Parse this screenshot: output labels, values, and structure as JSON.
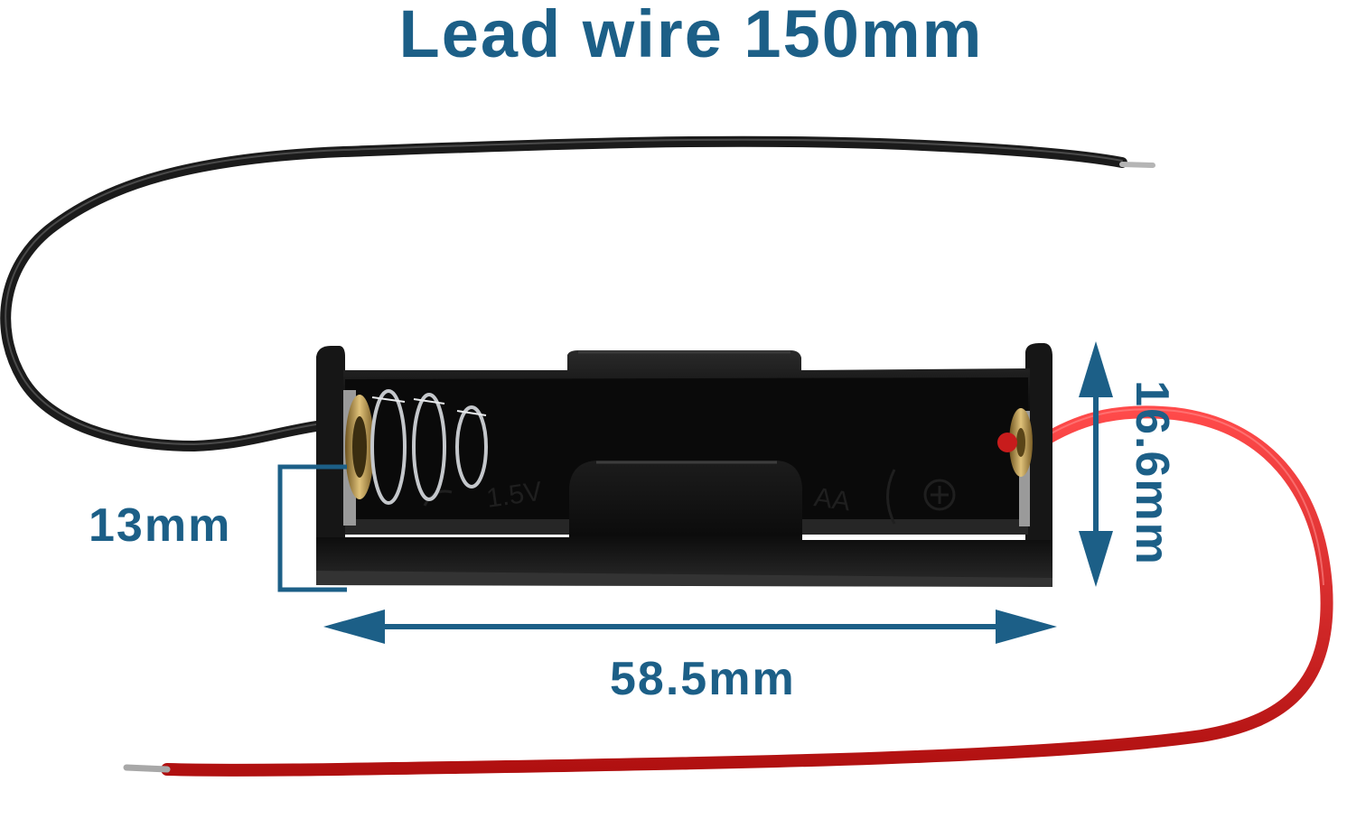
{
  "title": "Lead wire 150mm",
  "dimensions": {
    "height": "13mm",
    "length": "58.5mm",
    "width": "16.6mm"
  },
  "colors": {
    "annotation": "#1c5f87",
    "holder_plastic": "#111111",
    "wire_black": "#1a1a1a",
    "wire_red": "#d41f1f",
    "spring_metal": "#b9bcc0",
    "contact_brass": "#b8943f"
  },
  "holder_markings": {
    "voltage": "1.5V",
    "size": "AA"
  },
  "icons": [
    "battery-holder-icon",
    "spring-contact-icon",
    "flat-contact-icon",
    "double-arrow-icon",
    "bracket-icon"
  ]
}
